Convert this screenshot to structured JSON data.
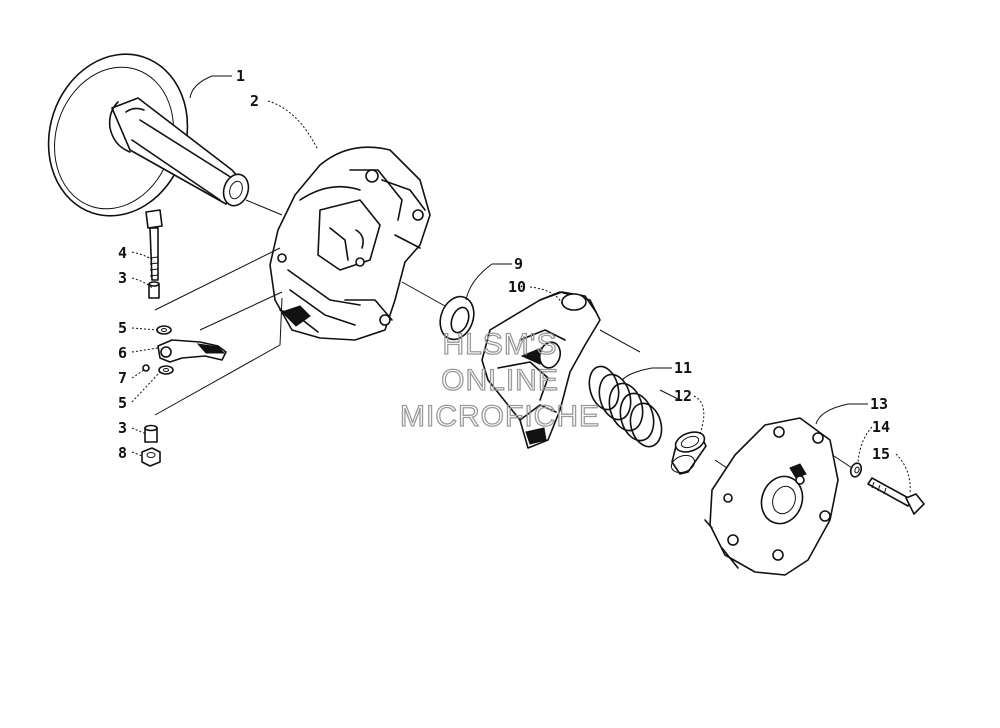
{
  "callouts": [
    "1",
    "2",
    "3",
    "4",
    "5",
    "6",
    "7",
    "8",
    "9",
    "10",
    "11",
    "12",
    "13",
    "14",
    "15"
  ],
  "watermark": [
    "HLSM'S",
    "ONLINE",
    "MICROFICHE"
  ],
  "colors": {
    "ink": "#111111",
    "watermark": "#9a9a9a",
    "background": "#ffffff"
  }
}
